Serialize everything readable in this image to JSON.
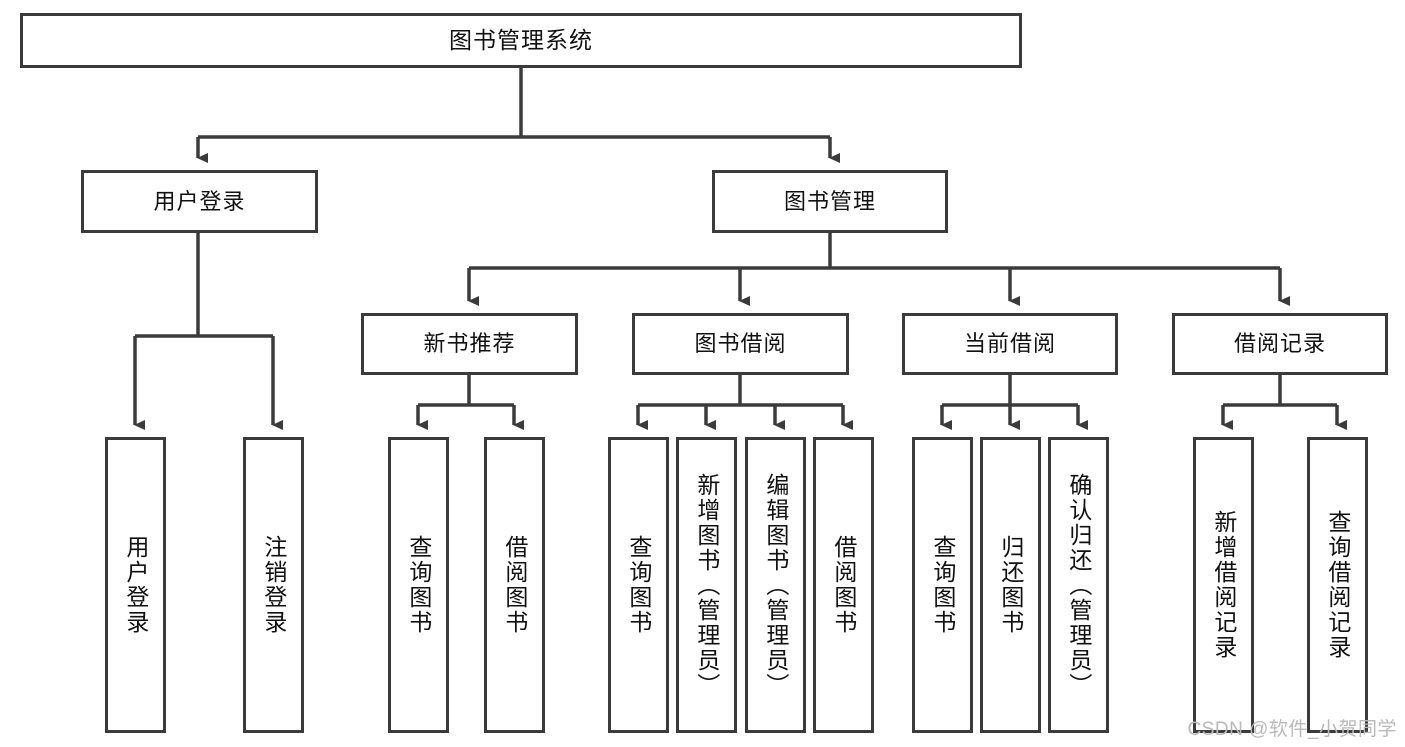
{
  "diagram": {
    "title": "图书管理系统",
    "type": "tree",
    "watermark": "CSDN @软件_小贺同学",
    "stroke_color": "#3b3b3b",
    "fill_color": "#ffffff",
    "text_color": "#111111"
  },
  "nodes": {
    "root": {
      "label": "图书管理系统"
    },
    "level2": [
      {
        "id": "user-login",
        "label": "用户登录"
      },
      {
        "id": "book-manage",
        "label": "图书管理"
      }
    ],
    "level3": [
      {
        "id": "new-book-recommend",
        "label": "新书推荐"
      },
      {
        "id": "book-borrow",
        "label": "图书借阅"
      },
      {
        "id": "current-borrow",
        "label": "当前借阅"
      },
      {
        "id": "borrow-record",
        "label": "借阅记录"
      }
    ],
    "leaves": {
      "user_login": [
        {
          "id": "leaf-user-login",
          "label": "用户登录"
        },
        {
          "id": "leaf-logout",
          "label": "注销登录"
        }
      ],
      "new_book_recommend": [
        {
          "id": "leaf-query-book-1",
          "label": "查询图书"
        },
        {
          "id": "leaf-borrow-book-1",
          "label": "借阅图书"
        }
      ],
      "book_borrow": [
        {
          "id": "leaf-query-book-2",
          "label": "查询图书"
        },
        {
          "id": "leaf-add-book",
          "label": "新增图书（管理员）"
        },
        {
          "id": "leaf-edit-book",
          "label": "编辑图书（管理员）"
        },
        {
          "id": "leaf-borrow-book-2",
          "label": "借阅图书"
        }
      ],
      "current_borrow": [
        {
          "id": "leaf-query-book-3",
          "label": "查询图书"
        },
        {
          "id": "leaf-return-book",
          "label": "归还图书"
        },
        {
          "id": "leaf-confirm-return",
          "label": "确认归还（管理员）"
        }
      ],
      "borrow_record": [
        {
          "id": "leaf-add-record",
          "label": "新增借阅记录"
        },
        {
          "id": "leaf-query-record",
          "label": "查询借阅记录"
        }
      ]
    }
  }
}
